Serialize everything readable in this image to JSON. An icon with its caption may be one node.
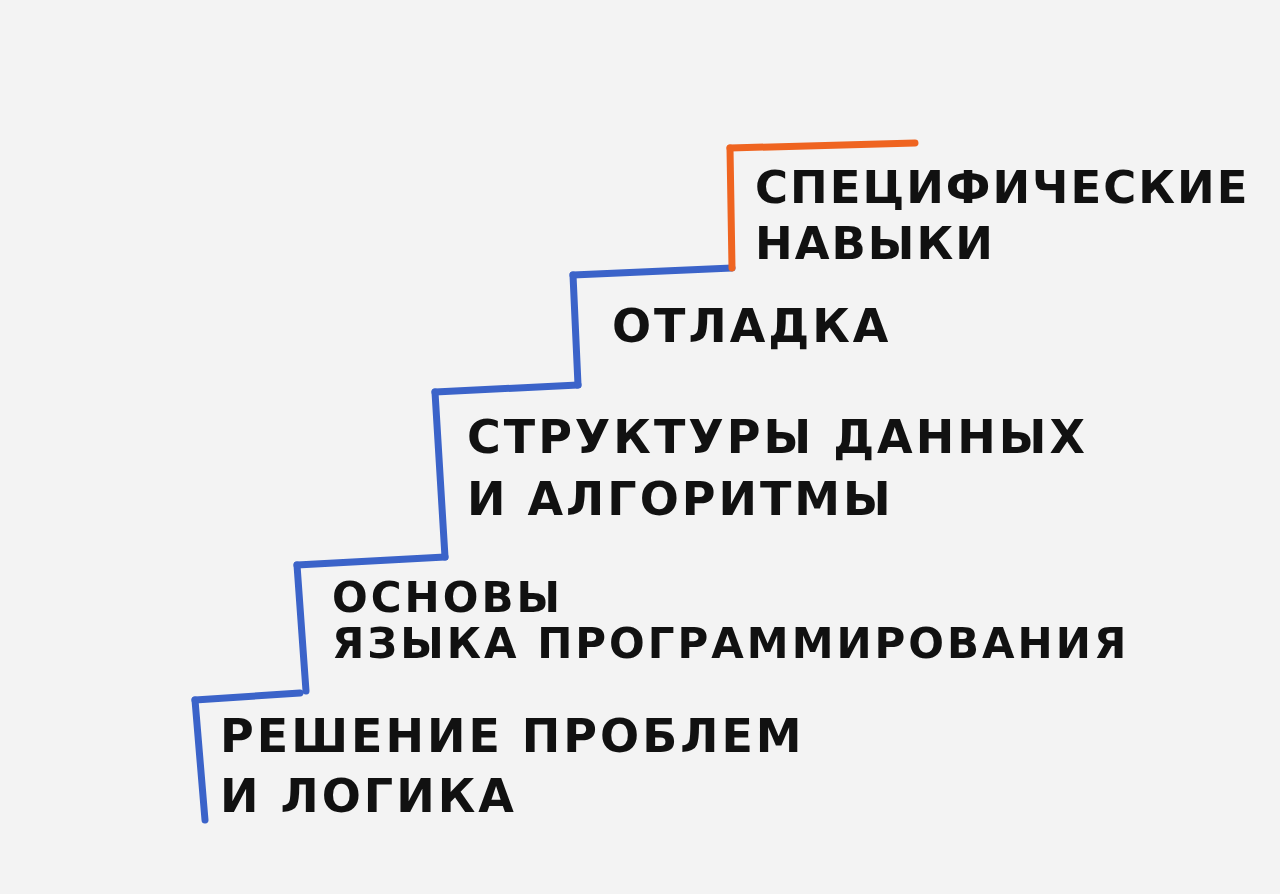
{
  "diagram": {
    "labels": [
      "СПЕЦИФИЧЕСКИЕ НАВЫКИ",
      "ОТЛАДКА",
      "СТРУКТУРЫ ДАННЫХ И АЛГОРИТМЫ",
      "ОСНОВЫ ЯЗЫКА ПРОГРАММИРОВАНИЯ",
      "РЕШЕНИЕ ПРОБЛЕМ И ЛОГИКА"
    ]
  }
}
